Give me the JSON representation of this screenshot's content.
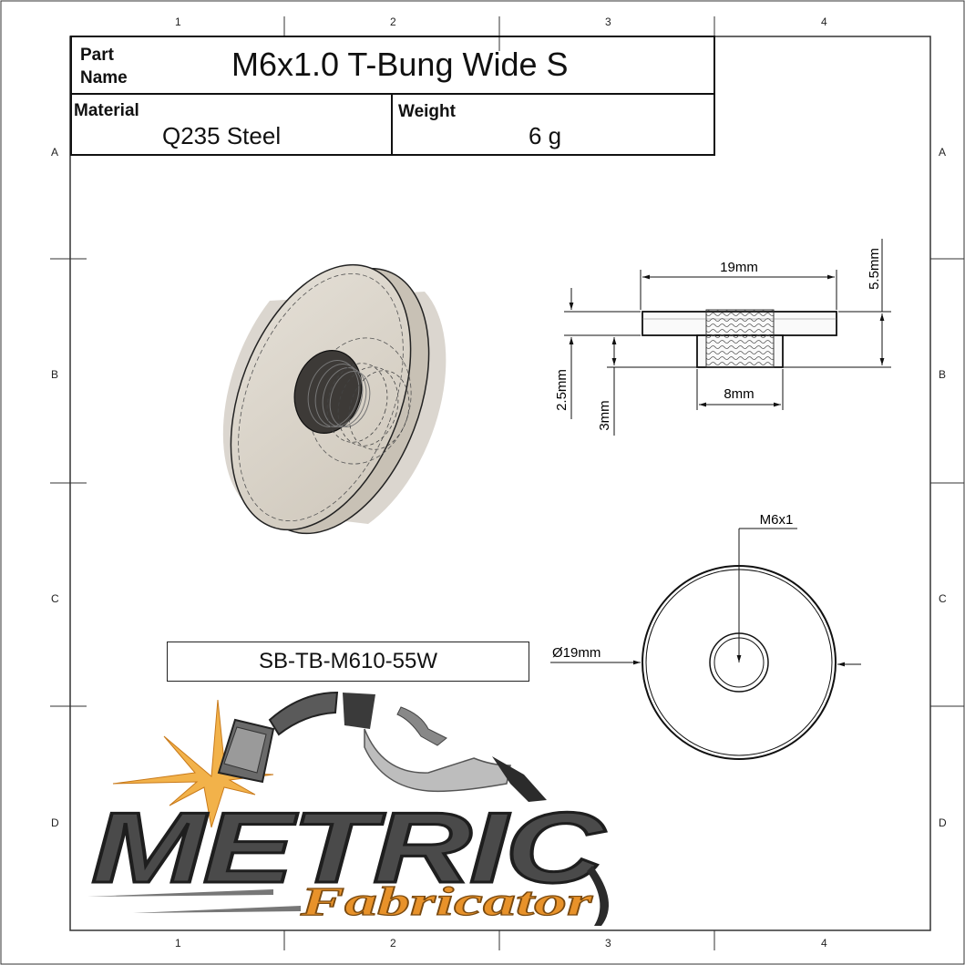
{
  "title_block": {
    "part_name_label_line1": "Part",
    "part_name_label_line2": "Name",
    "part_name": "M6x1.0 T-Bung Wide S",
    "material_label": "Material",
    "material": "Q235 Steel",
    "weight_label": "Weight",
    "weight": "6 g"
  },
  "zones": {
    "columns": [
      "1",
      "2",
      "3",
      "4"
    ],
    "rows": [
      "A",
      "B",
      "C",
      "D"
    ]
  },
  "dimensions": {
    "flange_width": "19mm",
    "overall_height": "5.5mm",
    "flange_thickness": "2.5mm",
    "boss_height": "3mm",
    "boss_width": "8mm",
    "thread": "M6x1",
    "diameter": "Ø19mm"
  },
  "part_number": "SB-TB-M610-55W",
  "logo": {
    "word": "METRIC",
    "subword": "Fabricator",
    "colors": {
      "dark": "#4a4a4a",
      "orange": "#e8922a",
      "spark": "#f2b24a"
    }
  }
}
